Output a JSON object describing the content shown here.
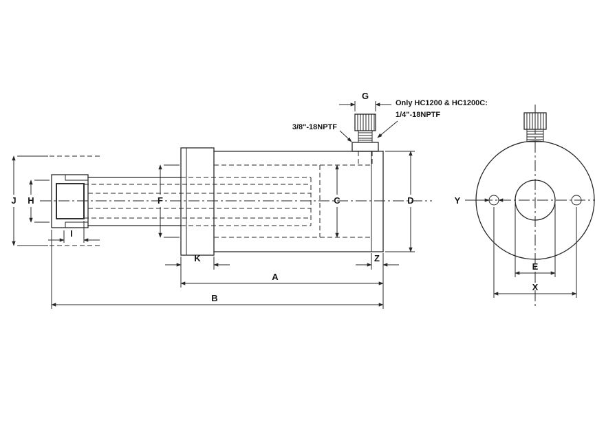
{
  "colors": {
    "line": "#262626",
    "background": "#ffffff"
  },
  "annotations": {
    "note_line1": "Only HC1200 & HC1200C:",
    "note_line2": "1/4\"-18NPTF",
    "thread_label": "3/8\"-18NPTF"
  },
  "dimension_labels": {
    "a": "A",
    "b": "B",
    "c": "C",
    "d": "D",
    "e": "E",
    "f": "F",
    "g": "G",
    "h": "H",
    "i": "I",
    "j": "J",
    "k": "K",
    "x": "X",
    "y": "Y",
    "z": "Z"
  }
}
